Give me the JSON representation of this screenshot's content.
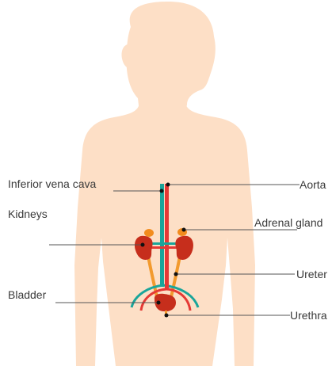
{
  "labels": {
    "inferior_vena_cava": "Inferior vena cava",
    "aorta": "Aorta",
    "adrenal_gland": "Adrenal gland",
    "kidneys": "Kidneys",
    "ureter": "Ureter",
    "bladder": "Bladder",
    "urethra": "Urethra"
  },
  "colors": {
    "skin": "#fddfc6",
    "vena_cava": "#1aa59a",
    "aorta": "#e53935",
    "organ": "#c62e1c",
    "ureter": "#f29a2e",
    "adrenal": "#f28c1e",
    "leader_line": "#555555"
  }
}
